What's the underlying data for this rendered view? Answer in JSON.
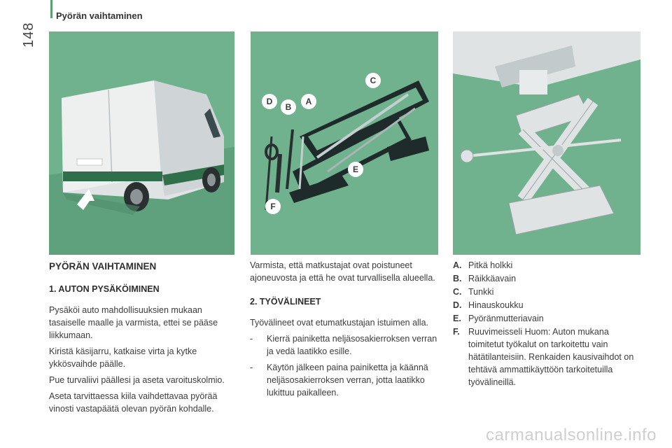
{
  "header": {
    "title": "Pyörän vaihtaminen",
    "page_number": "148"
  },
  "left": {
    "main_heading": "PYÖRÄN VAIHTAMINEN",
    "sub_heading": "1. AUTON PYSÄKÖIMINEN",
    "paragraphs": [
      "Pysäköi auto mahdollisuuksien mukaan tasaiselle maalle ja varmista, ettei se pääse liikkumaan.",
      "Kiristä käsijarru, katkaise virta ja kytke ykkösvaihde päälle.",
      "Pue turvaliivi päällesi ja aseta varoituskolmio.",
      "Aseta tarvittaessa kiila vaihdettavaa pyörää vinosti vastapäätä olevan pyörän kohdalle."
    ]
  },
  "middle": {
    "intro": "Varmista, että matkustajat ovat poistuneet ajoneuvosta ja että he ovat turvallisella alueella.",
    "sub_heading": "2. TYÖVÄLINEET",
    "paragraph": "Työvälineet ovat etumatkustajan istuimen alla.",
    "dash_items": [
      "Kierrä painiketta neljäsosakierroksen verran ja vedä laatikko esille.",
      "Käytön jälkeen paina painiketta ja käännä neljäsosakierroksen verran, jotta laatikko lukittuu paikalleen."
    ],
    "dash": "-"
  },
  "parts": [
    {
      "letter": "A.",
      "text": "Pitkä holkki"
    },
    {
      "letter": "B.",
      "text": "Räikkäavain"
    },
    {
      "letter": "C.",
      "text": "Tunkki"
    },
    {
      "letter": "D.",
      "text": "Hinauskoukku"
    },
    {
      "letter": "E.",
      "text": "Pyöränmutteriavain"
    },
    {
      "letter": "F.",
      "text": "Ruuvimeisseli Huom: Auton mukana toimitetut työkalut on tarkoitettu vain hätätilanteisiin. Renkaiden kausivaihdot on tehtävä ammattikäyttöön tarkoitetuilla työvälineillä."
    }
  ],
  "callouts": {
    "a": "A",
    "b": "B",
    "c": "C",
    "d": "D",
    "e": "E",
    "f": "F"
  },
  "watermark": "carmanualsonline.info",
  "colors": {
    "panel_green": "#6fb28d",
    "accent_green": "#5aa370"
  }
}
